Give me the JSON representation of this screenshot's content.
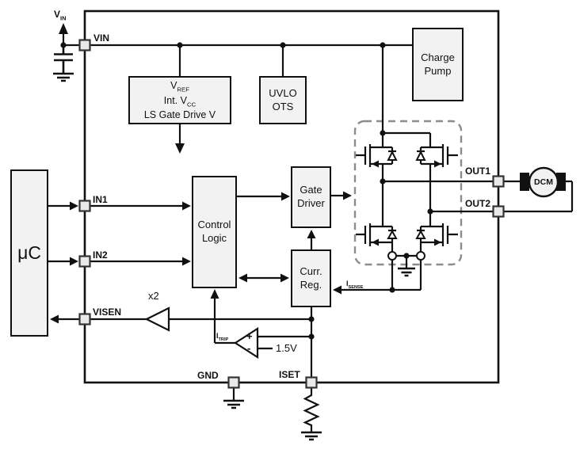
{
  "colors": {
    "wire": "#111111",
    "box_fill": "#f2f2f2",
    "box_border": "#111111",
    "hbridge_dashed_outline": "#8c8c8c",
    "pin_fill": "#e9e9e9",
    "motor_brush": "#111111"
  },
  "pins": {
    "vin": "VIN",
    "in1": "IN1",
    "in2": "IN2",
    "visen": "VISEN",
    "gnd": "GND",
    "iset": "ISET",
    "out1": "OUT1",
    "out2": "OUT2"
  },
  "labels": {
    "supply": {
      "main": "V",
      "sub": "IN"
    },
    "gain": "x2",
    "comparator_ref": "1.5V",
    "comparator_plus": "+",
    "comparator_minus": "-",
    "itrip": {
      "main": "I",
      "sub": "TRIP"
    },
    "isense": {
      "main": "I",
      "sub": "SENSE"
    }
  },
  "blocks": {
    "microcontroller": "μC",
    "vref": {
      "line1": {
        "main": "V",
        "sub": "REF"
      },
      "line2": {
        "main": "Int. V",
        "sub": "CC"
      },
      "line3": "LS Gate Drive V"
    },
    "uvlo": {
      "line1": "UVLO",
      "line2": "OTS"
    },
    "charge_pump": {
      "line1": "Charge",
      "line2": "Pump"
    },
    "control_logic": {
      "line1": "Control",
      "line2": "Logic"
    },
    "gate_driver": {
      "line1": "Gate",
      "line2": "Driver"
    },
    "curr_reg": {
      "line1": "Curr.",
      "line2": "Reg."
    },
    "motor": "DCM"
  }
}
